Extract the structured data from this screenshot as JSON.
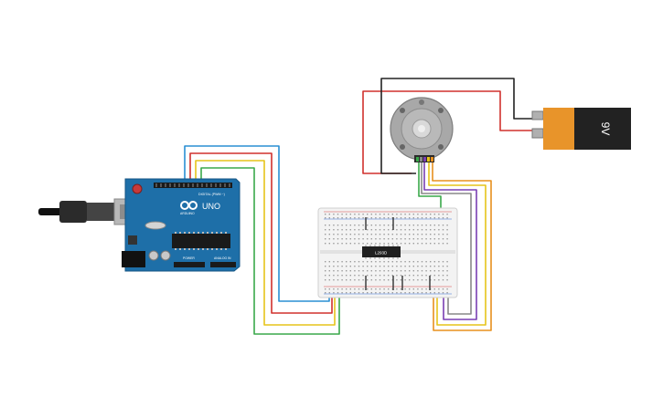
{
  "arduino": {
    "logo_text": "UNO",
    "brand_text": "ARDUINO",
    "digital_label": "DIGITAL (PWM ~)",
    "power_label": "POWER",
    "analog_label": "ANALOG IN",
    "board_color": "#1e6fa8"
  },
  "chip": {
    "label": "L293D"
  },
  "battery": {
    "label": "9V",
    "colors": {
      "body": "#222222",
      "cap": "#e8942a"
    }
  },
  "motor": {
    "kind": "stepper-motor-icon"
  },
  "wire_colors": {
    "red": "#d0312d",
    "black": "#222222",
    "blue": "#2a8fd4",
    "yellow": "#e6c41a",
    "green": "#3aa84a",
    "orange": "#e8901e",
    "purple": "#7a3fb3",
    "gray": "#888888"
  }
}
